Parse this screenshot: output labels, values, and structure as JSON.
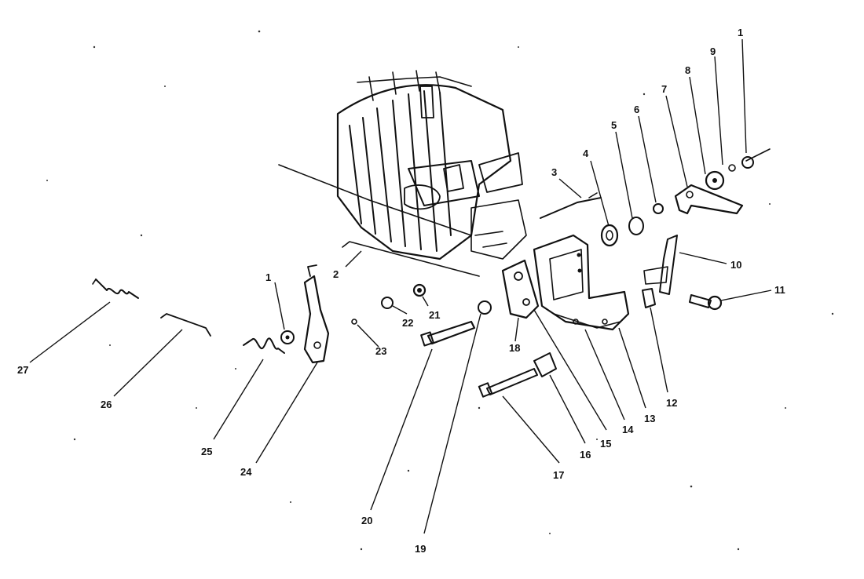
{
  "diagram": {
    "labels": {
      "l1a": "1",
      "l1b": "1",
      "l2": "2",
      "l3": "3",
      "l4": "4",
      "l5": "5",
      "l6": "6",
      "l7": "7",
      "l8": "8",
      "l9": "9",
      "l10": "10",
      "l11": "11",
      "l12": "12",
      "l13": "13",
      "l14": "14",
      "l15": "15",
      "l16": "16",
      "l17": "17",
      "l18": "18",
      "l19": "19",
      "l20": "20",
      "l21": "21",
      "l22": "22",
      "l23": "23",
      "l24": "24",
      "l25": "25",
      "l26": "26",
      "l27": "27"
    }
  }
}
